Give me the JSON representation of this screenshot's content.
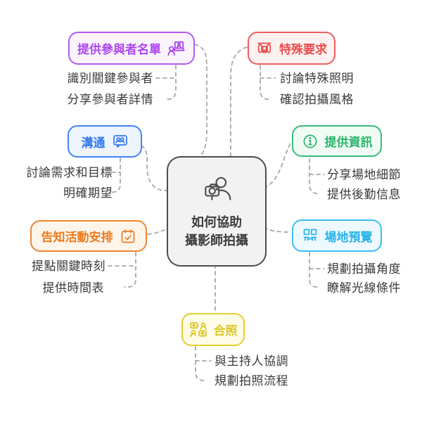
{
  "central": {
    "icon": "photographer-icon",
    "line1": "如何協助",
    "line2": "攝影師拍攝"
  },
  "branches": [
    {
      "id": "participant-list",
      "label": "提供參與者名單",
      "icon": "user-screen-icon",
      "accent": "#b35bf2",
      "bg": "#fbf4ff",
      "children": [
        "識別關鍵參與者",
        "分享參與者詳情"
      ]
    },
    {
      "id": "special-requests",
      "label": "特殊要求",
      "icon": "stage-icon",
      "accent": "#ed5e5e",
      "bg": "#fdf1f1",
      "children": [
        "討論特殊照明",
        "確認拍攝風格"
      ]
    },
    {
      "id": "communication",
      "label": "溝通",
      "icon": "people-chat-icon",
      "accent": "#4285f4",
      "bg": "#edf4fe",
      "children": [
        "討論需求和目標",
        "明確期望"
      ]
    },
    {
      "id": "provide-info",
      "label": "提供資訊",
      "icon": "info-icon",
      "accent": "#37bd78",
      "bg": "#effbf4",
      "children": [
        "分享場地細節",
        "提供後勤信息"
      ]
    },
    {
      "id": "event-schedule",
      "label": "告知活動安排",
      "icon": "calendar-check-icon",
      "accent": "#ee8630",
      "bg": "#fdf4ea",
      "children": [
        "提點關鍵時刻",
        "提供時間表"
      ]
    },
    {
      "id": "venue-preview",
      "label": "場地預覽",
      "icon": "floorplan-icon",
      "accent": "#3cbdee",
      "bg": "#edf9fe",
      "children": [
        "規劃拍攝角度",
        "瞭解光線條件"
      ]
    },
    {
      "id": "group-photo",
      "label": "合照",
      "icon": "discussion-icon",
      "accent": "#e5cf2e",
      "bg": "#fefce6",
      "children": [
        "與主持人協調",
        "規劃拍照流程"
      ]
    }
  ],
  "connector_color": "#a8a8a8"
}
